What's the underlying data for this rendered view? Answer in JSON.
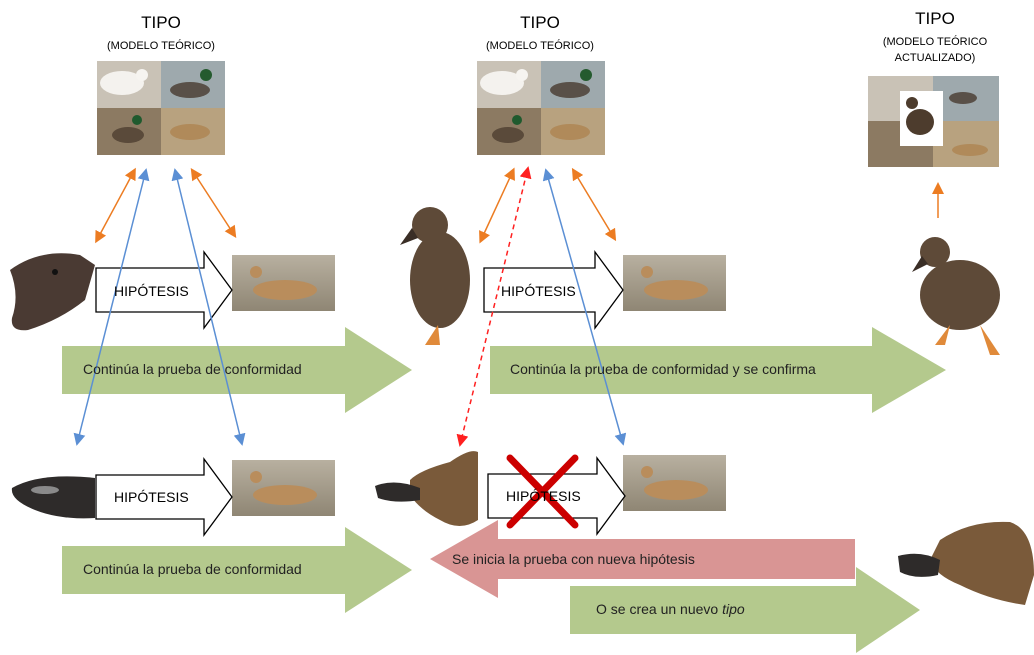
{
  "colors": {
    "green_arrow": "#b4c98d",
    "red_arrow": "#d99594",
    "orange_arrow": "#ec7c22",
    "blue_arrow": "#5b8fd4",
    "red_dashed": "#ff2020",
    "cross": "#cc0000"
  },
  "type_boxes": [
    {
      "title": "TIPO",
      "subtitle": "(MODELO TEÓRICO)"
    },
    {
      "title": "TIPO",
      "subtitle": "(MODELO TEÓRICO)"
    },
    {
      "title": "TIPO",
      "subtitle_line1": "(MODELO TEÓRICO",
      "subtitle_line2": "ACTUALIZADO)"
    }
  ],
  "hypothesis_label": "HIPÓTESIS",
  "green_arrows": [
    {
      "text": "Continúa la prueba de conformidad"
    },
    {
      "text": "Continúa la prueba de conformidad y se confirma"
    },
    {
      "text": "Continúa la prueba de conformidad"
    },
    {
      "text_prefix": "O se crea un nuevo ",
      "text_italic": "tipo"
    }
  ],
  "red_arrow": {
    "text": "Se inicia la prueba con nueva hipótesis"
  }
}
